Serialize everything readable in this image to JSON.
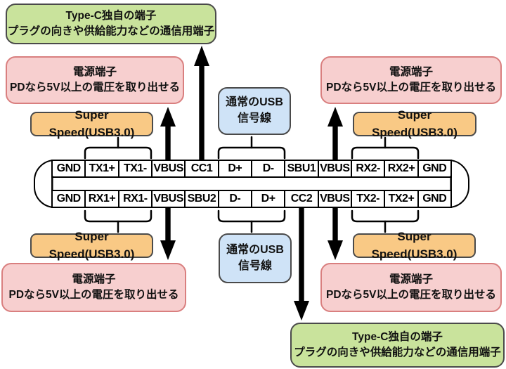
{
  "labels": {
    "typec": {
      "line1": "Type-C独自の端子",
      "line2": "プラグの向きや供給能力などの通信用端子"
    },
    "power": {
      "line1": "電源端子",
      "line2": "PDなら5V以上の電圧を取り出せる"
    },
    "superspeed": {
      "label": "Super Speed(USB3.0)"
    },
    "usb_signal": {
      "line1": "通常のUSB",
      "line2": "信号線"
    }
  },
  "connector": {
    "top_row": [
      "GND",
      "TX1+",
      "TX1-",
      "VBUS",
      "CC1",
      "D+",
      "D-",
      "SBU1",
      "VBUS",
      "RX2-",
      "RX2+",
      "GND"
    ],
    "bottom_row": [
      "GND",
      "RX1+",
      "RX1-",
      "VBUS",
      "SBU2",
      "D-",
      "D+",
      "CC2",
      "VBUS",
      "TX2-",
      "TX2+",
      "GND"
    ]
  },
  "colors": {
    "typec_box_fill": "#c9e39c",
    "power_box_fill": "#f7cfcf",
    "power_box_border": "#d97f7f",
    "superspeed_box_fill": "#f9c985",
    "usb_signal_box_fill": "#cfe3f7",
    "box_border": "#4a4a4a",
    "line_and_arrow": "#000000"
  }
}
